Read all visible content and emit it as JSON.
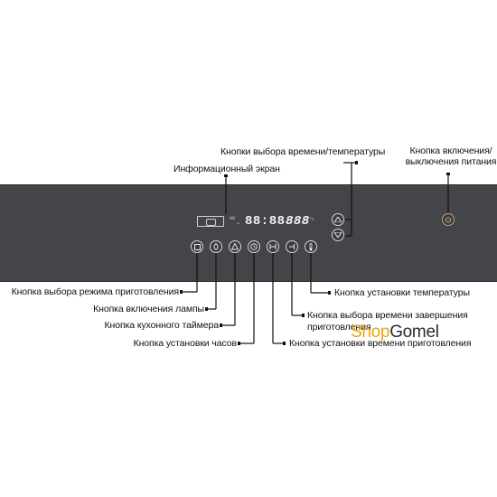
{
  "labels": {
    "time_temp_select": "Кнопки выбора времени/температуры",
    "power": "Кнопка включения/\nвыключения питания",
    "info_screen": "Информационный экран",
    "cook_mode": "Кнопка выбора режима приготовления",
    "lamp": "Кнопка включения лампы",
    "kitchen_timer": "Кнопка кухонного таймера",
    "clock": "Кнопка установки часов",
    "temperature": "Кнопка установки температуры",
    "end_time": "Кнопка выбора времени завершения\nприготовления",
    "cook_time": "Кнопка установки времени приготовления"
  },
  "display": {
    "time": "88:88",
    "temp": "888",
    "mini_left": "88",
    "mini_mid": "+",
    "mini_units": "°c"
  },
  "buttons": [
    {
      "name": "cook-mode-button",
      "glyph": "□"
    },
    {
      "name": "lamp-button",
      "glyph": "♨"
    },
    {
      "name": "kitchen-timer-button",
      "glyph": "△"
    },
    {
      "name": "clock-button",
      "glyph": "◷"
    },
    {
      "name": "cook-time-button",
      "glyph": "H"
    },
    {
      "name": "end-time-button",
      "glyph": "⊣"
    },
    {
      "name": "temperature-button",
      "glyph": "🌡"
    }
  ],
  "logo": {
    "part1": "Shop",
    "part2": "Gomel"
  },
  "colors": {
    "panel": "#444548",
    "logo_accent": "#e8a510",
    "logo_text": "#2c2c2c"
  }
}
